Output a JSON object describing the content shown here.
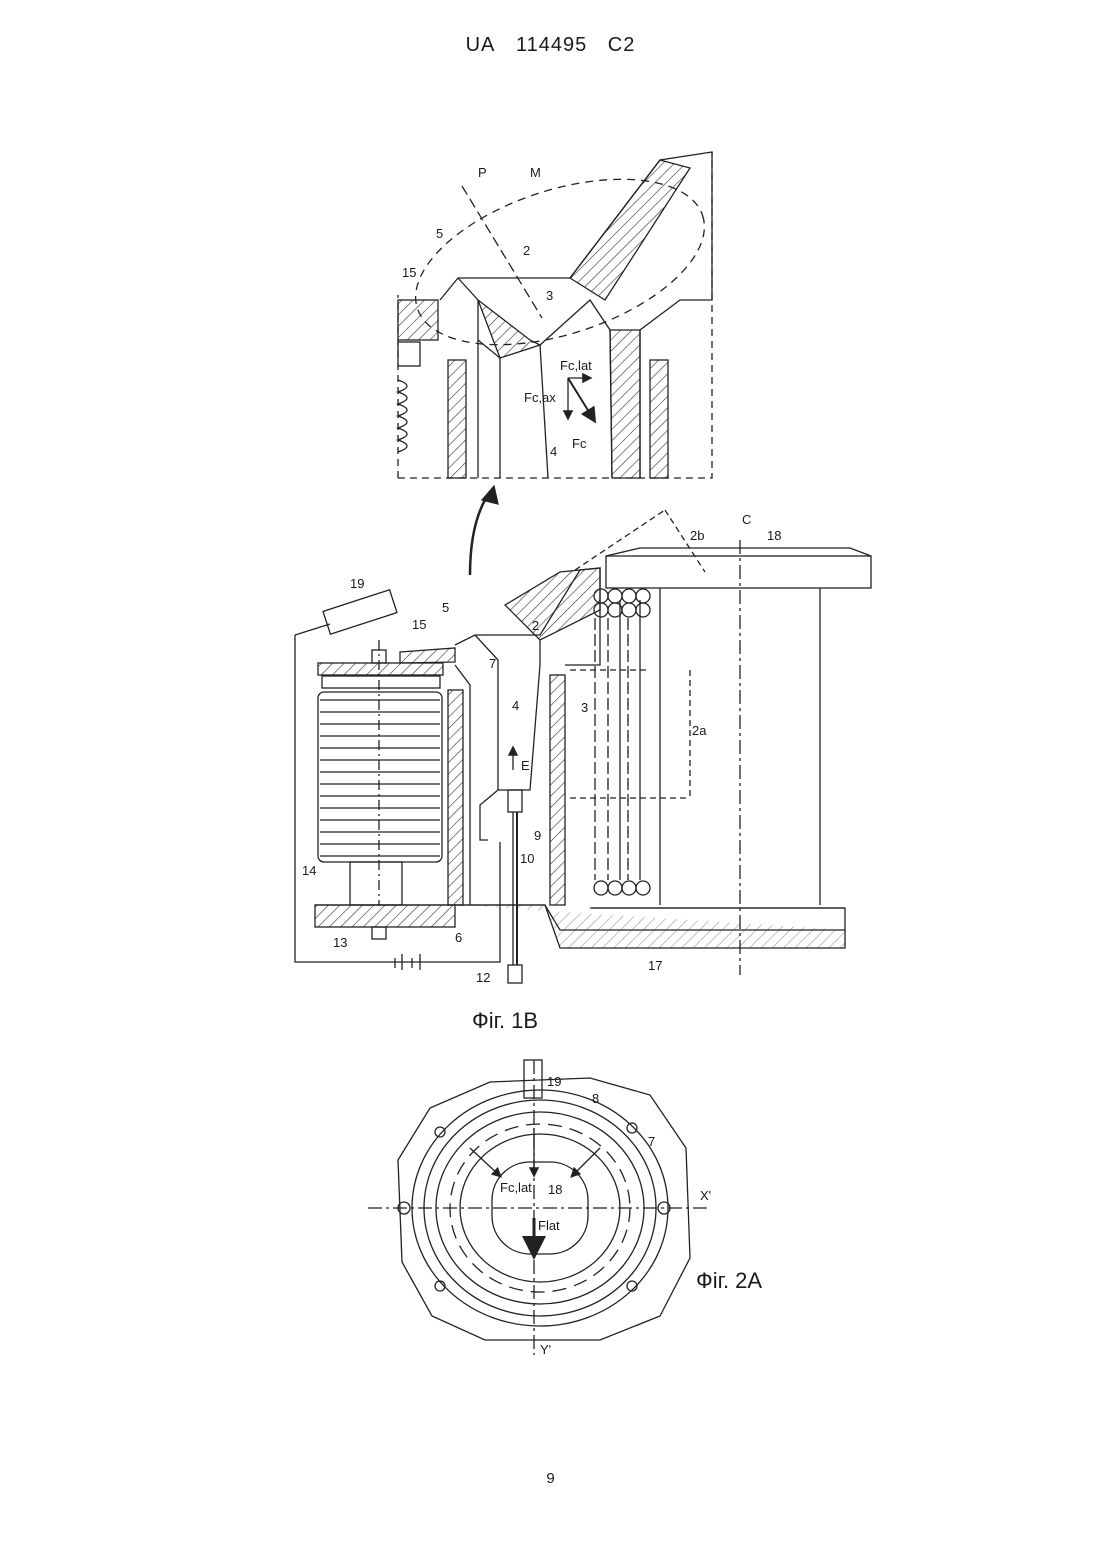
{
  "header": {
    "country": "UA",
    "number": "114495",
    "kind": "C2"
  },
  "page_number": "9",
  "figures": {
    "fig1b": {
      "caption": "Фіг. 1В",
      "labels": {
        "p": "P",
        "m": "M",
        "l5": "5",
        "l2": "2",
        "l15": "15",
        "l3": "3",
        "fclat": "Fc,lat",
        "fcax": "Fc,ax",
        "fc": "Fc",
        "l4": "4",
        "l2b": "2b",
        "c": "C",
        "l18": "18",
        "l19": "19",
        "l5b": "5",
        "l15b": "15",
        "l2m": "2",
        "l7": "7",
        "l4m": "4",
        "l3m": "3",
        "l2a": "2a",
        "e": "E",
        "l9": "9",
        "l10": "10",
        "l14": "14",
        "l13": "13",
        "l6": "6",
        "l12": "12",
        "l17": "17"
      }
    },
    "fig2a": {
      "caption": "Фіг. 2А",
      "labels": {
        "l19": "19",
        "l8": "8",
        "l7": "7",
        "fclat": "Fc,lat",
        "l18": "18",
        "xp": "X'",
        "flat": "Flat",
        "yp": "Y'"
      }
    }
  }
}
